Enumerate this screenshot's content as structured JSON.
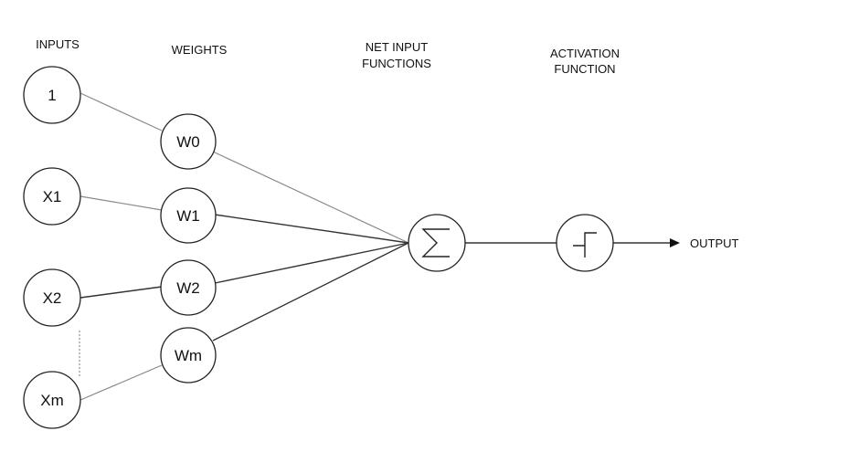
{
  "headers": {
    "inputs": "INPUTS",
    "weights": "WEIGHTS",
    "net_input": [
      "NET INPUT",
      "FUNCTIONS"
    ],
    "activation": [
      "ACTIVATION",
      "FUNCTION"
    ]
  },
  "inputs": [
    "1",
    "X1",
    "X2",
    "Xm"
  ],
  "weights": [
    "W0",
    "W1",
    "W2",
    "Wm"
  ],
  "output_label": "OUTPUT",
  "icons": {
    "net_input": "summation-icon",
    "activation": "step-function-icon"
  }
}
